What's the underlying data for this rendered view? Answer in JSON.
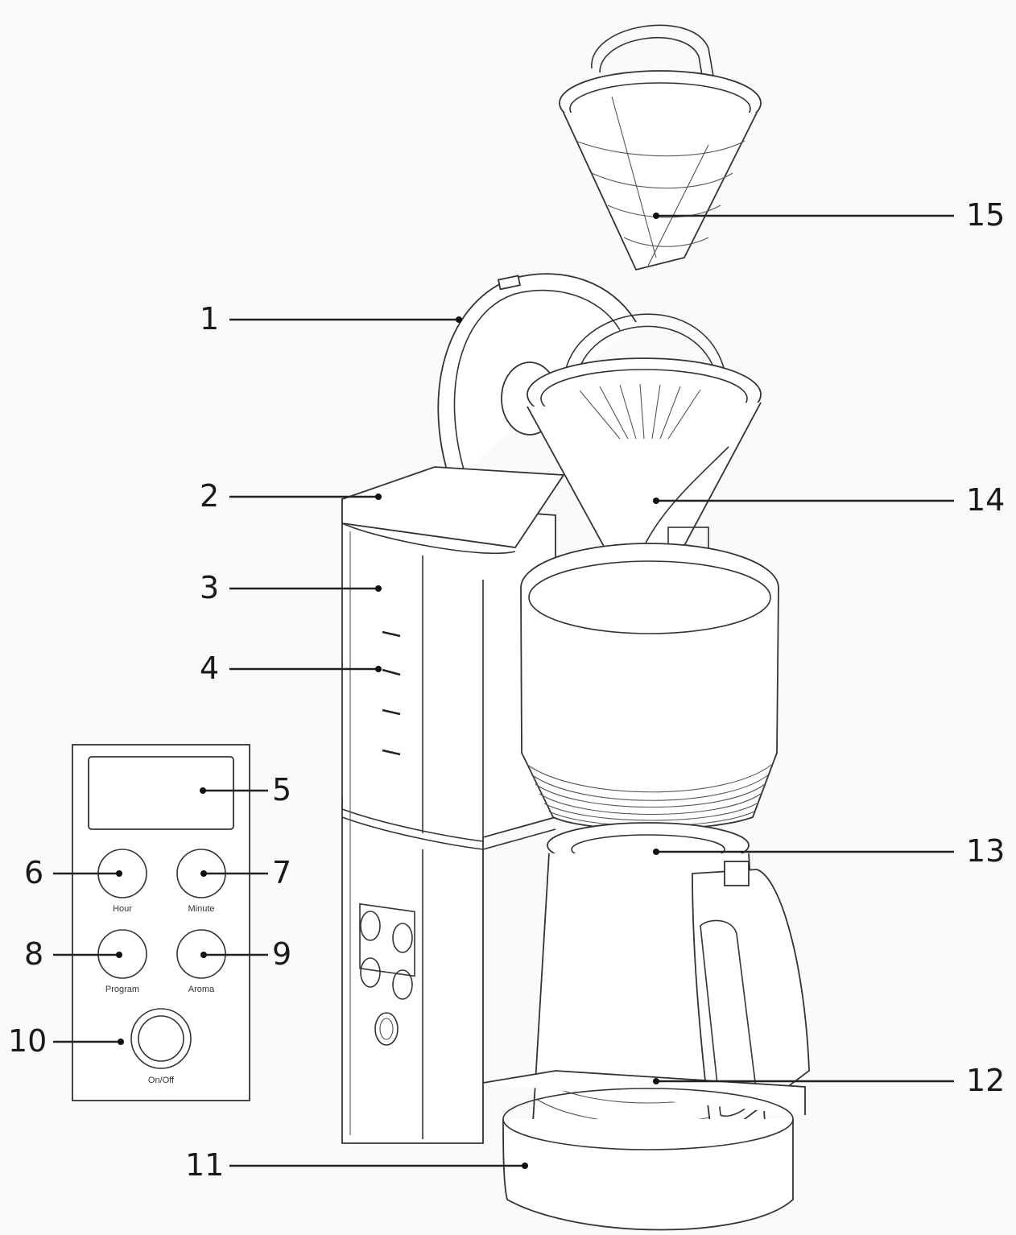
{
  "colors": {
    "line": "#222222",
    "background": "#fafafa"
  },
  "callouts": {
    "c1": "1",
    "c2": "2",
    "c3": "3",
    "c4": "4",
    "c5": "5",
    "c6": "6",
    "c7": "7",
    "c8": "8",
    "c9": "9",
    "c10": "10",
    "c11": "11",
    "c12": "12",
    "c13": "13",
    "c14": "14",
    "c15": "15"
  },
  "panel": {
    "hour": "Hour",
    "minute": "Minute",
    "program": "Program",
    "aroma": "Aroma",
    "onoff": "On/Off"
  }
}
